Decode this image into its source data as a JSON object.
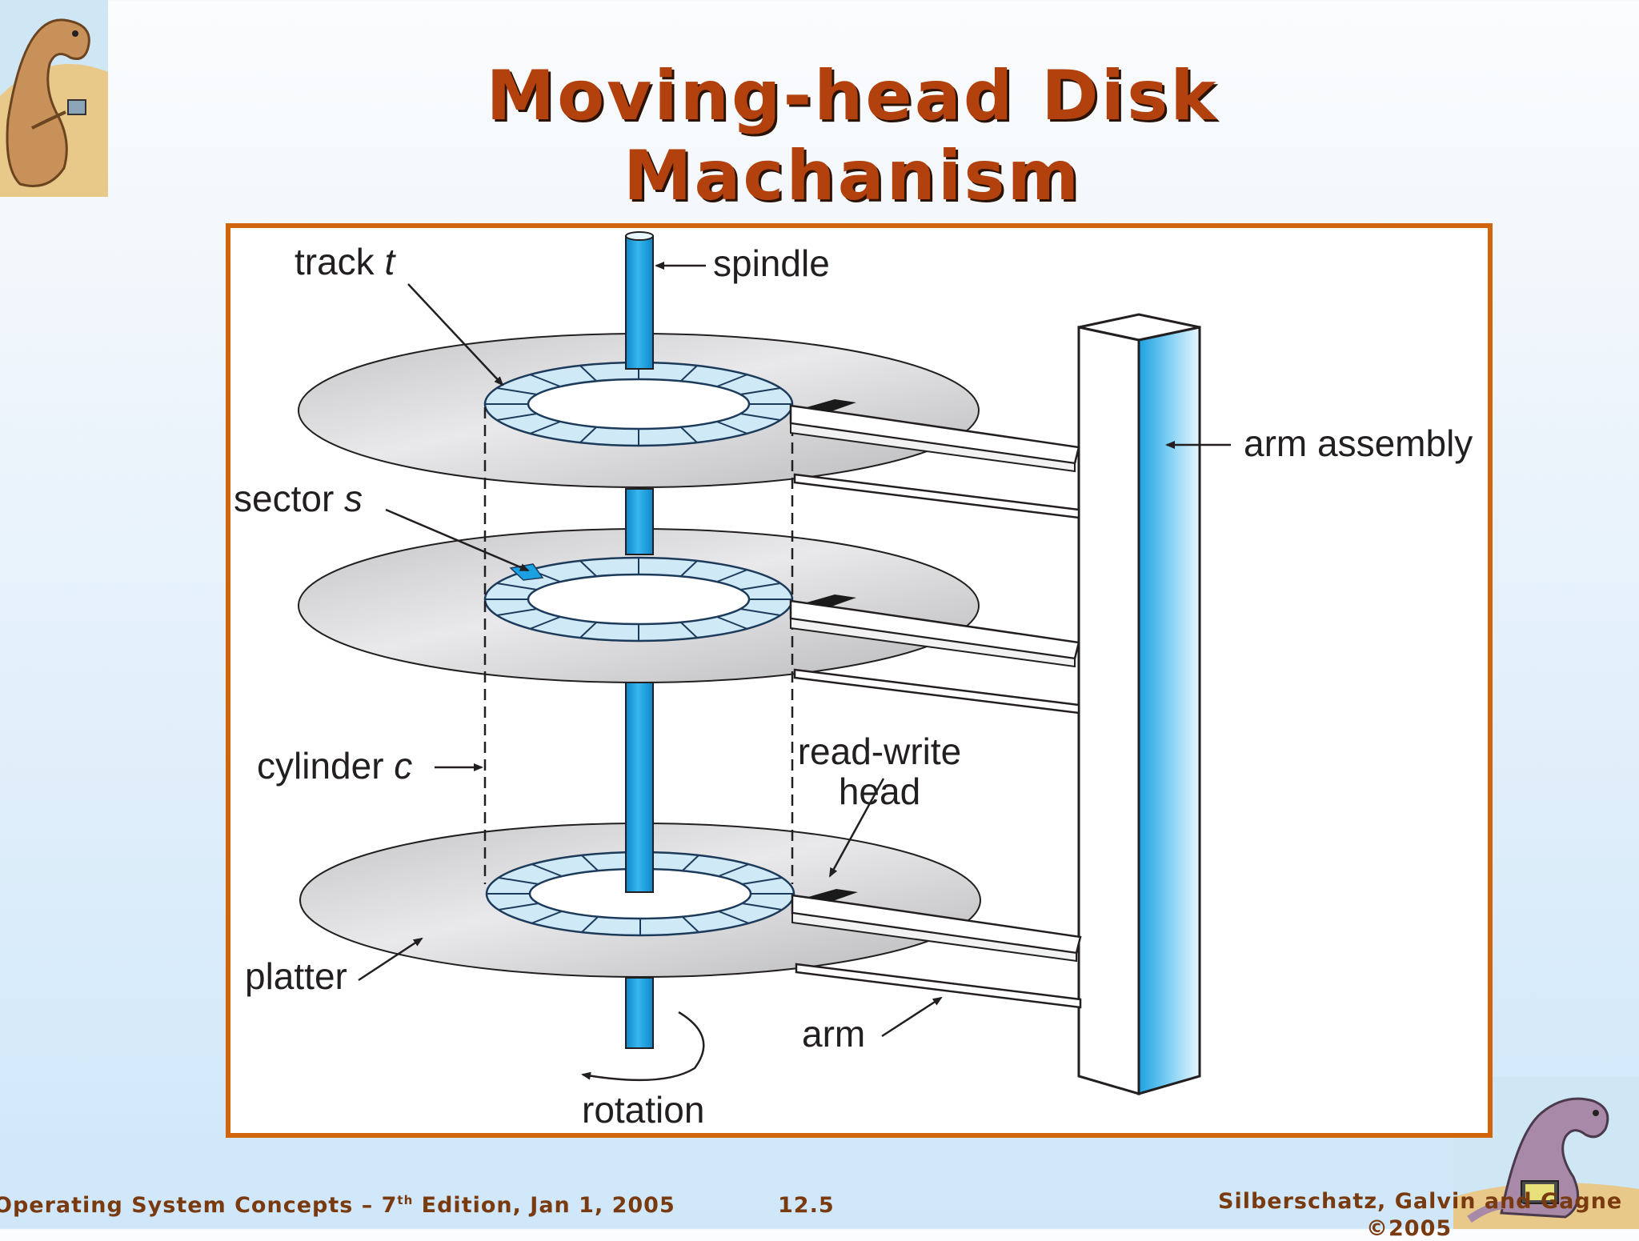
{
  "slide": {
    "title": "Moving-head Disk Machanism"
  },
  "diagram": {
    "labels": {
      "track": "track",
      "track_var": "t",
      "spindle": "spindle",
      "arm_assembly": "arm assembly",
      "sector": "sector",
      "sector_var": "s",
      "cylinder": "cylinder",
      "cylinder_var": "c",
      "read_write": "read-write",
      "head": "head",
      "platter": "platter",
      "arm": "arm",
      "rotation": "rotation"
    }
  },
  "footer": {
    "left_text": "Operating System Concepts – 7",
    "left_sup": "th",
    "left_tail": " Edition, Jan 1, 2005",
    "page": "12.5",
    "right": "Silberschatz, Galvin and Gagne",
    "right_line2": "©2005"
  },
  "colors": {
    "title": "#b2410e",
    "frame": "#d1650b",
    "spindle_blue": "#1ba1e2",
    "track_fill": "#cfe9f7",
    "footer": "#7a3a10"
  }
}
